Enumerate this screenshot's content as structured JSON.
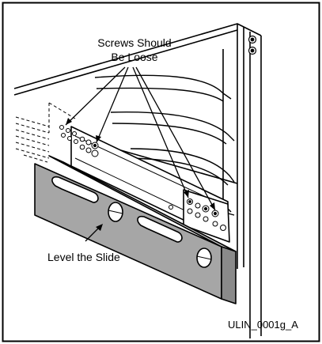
{
  "figure": {
    "callout_line1": "Screws Should",
    "callout_line2": "Be Loose",
    "level_label": "Level the Slide",
    "figure_id": "ULIN_0001g_A"
  },
  "colors": {
    "level_fill": "#a6a6a6",
    "line": "#000000",
    "background": "#ffffff"
  }
}
